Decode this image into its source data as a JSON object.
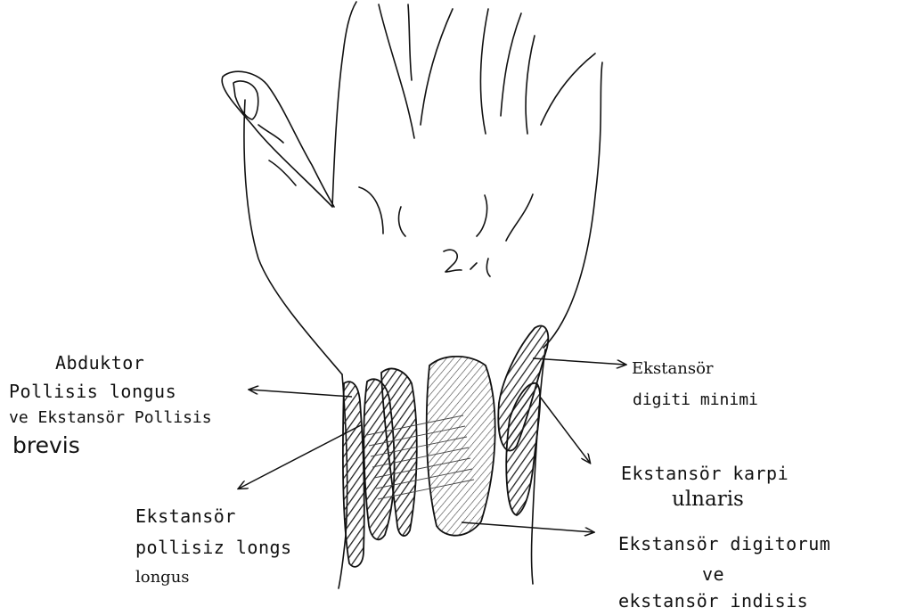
{
  "labels": {
    "abductor": {
      "line1": "Abduktor",
      "line2": "Pollisis longus",
      "line3": "ve Ekstansör Pollisis",
      "line4": "brevis"
    },
    "ext_pollicis_longus": {
      "line1": "Ekstansör",
      "line2": "pollisiz longs",
      "line3": "longus"
    },
    "ext_digiti_minimi": {
      "line1": "Ekstansör",
      "line2": "digiti minimi"
    },
    "ext_carpi_ulnaris": {
      "line1": "Ekstansör karpi",
      "line2": "ulnaris"
    },
    "ext_digitorum": {
      "line1": "Ekstansör digitorum",
      "line2": "ve",
      "line3": "ekstansör indisis"
    }
  },
  "colors": {
    "ink": "#111111",
    "hatch": "#222222"
  }
}
